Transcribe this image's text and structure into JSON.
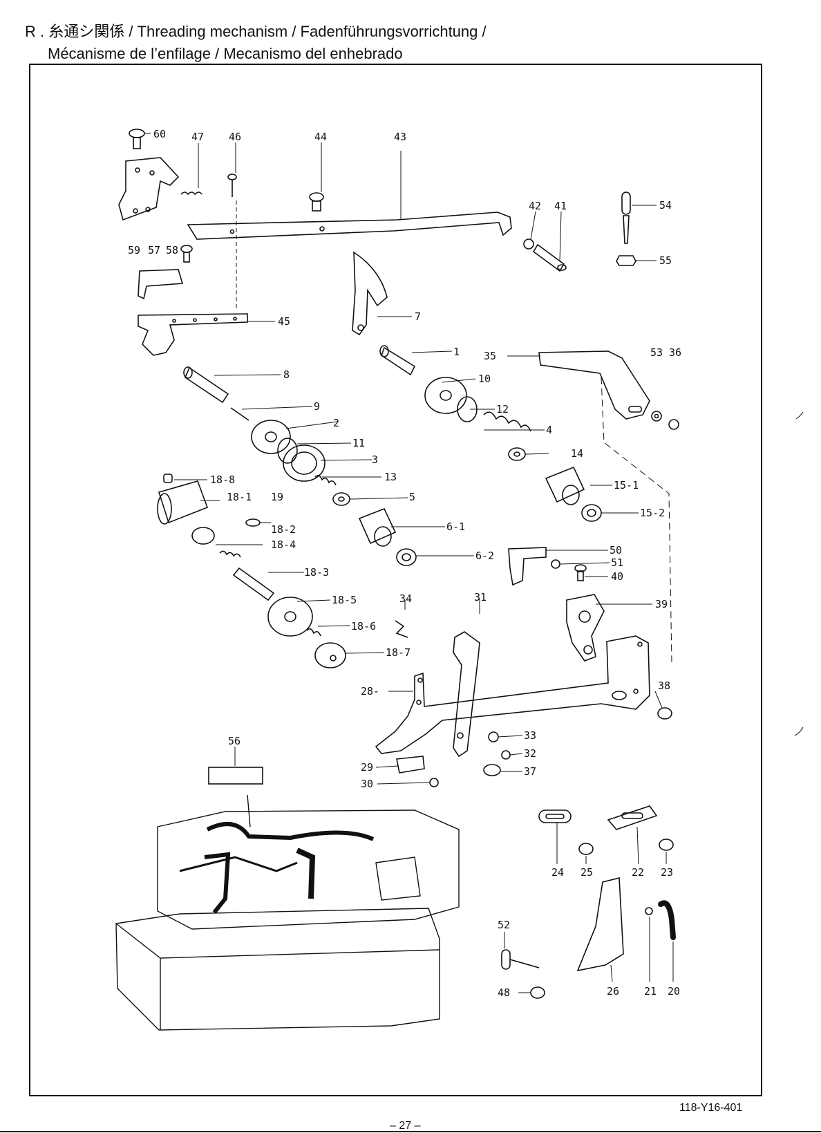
{
  "heading": {
    "line1": "R . 糸通シ関係 / Threading mechanism / Fadenführungsvorrichtung /",
    "line2": "Mécanisme de l’enfilage / Mecanismo del enhebrado"
  },
  "footer": {
    "drawing_code": "118-Y16-401",
    "page_number": "– 27 –"
  },
  "callouts": {
    "c60": "60",
    "c47": "47",
    "c46": "46",
    "c44": "44",
    "c43": "43",
    "c42": "42",
    "c41": "41",
    "c54": "54",
    "c55": "55",
    "c59": "59",
    "c57": "57",
    "c58": "58",
    "c45": "45",
    "c7": "7",
    "c1": "1",
    "c35": "35",
    "c53": "53",
    "c36": "36",
    "c8": "8",
    "c10": "10",
    "c12": "12",
    "c9": "9",
    "c2": "2",
    "c11": "11",
    "c4": "4",
    "c3": "3",
    "c14": "14",
    "c13": "13",
    "c18_8": "18-8",
    "c18_1": "18-1",
    "c19": "19",
    "c5": "5",
    "c15_1": "15-1",
    "c15_2": "15-2",
    "c18_2": "18-2",
    "c6_1": "6-1",
    "c18_4": "18-4",
    "c50": "50",
    "c6_2": "6-2",
    "c51": "51",
    "c40": "40",
    "c18_3": "18-3",
    "c18_5": "18-5",
    "c34": "34",
    "c31": "31",
    "c39": "39",
    "c18_6": "18-6",
    "c18_7": "18-7",
    "c38": "38",
    "c28": "28-",
    "c33": "33",
    "c32": "32",
    "c56": "56",
    "c29": "29",
    "c37": "37",
    "c30": "30",
    "c24": "24",
    "c25": "25",
    "c22": "22",
    "c23": "23",
    "c52": "52",
    "c48": "48",
    "c26": "26",
    "c21": "21",
    "c20": "20"
  }
}
